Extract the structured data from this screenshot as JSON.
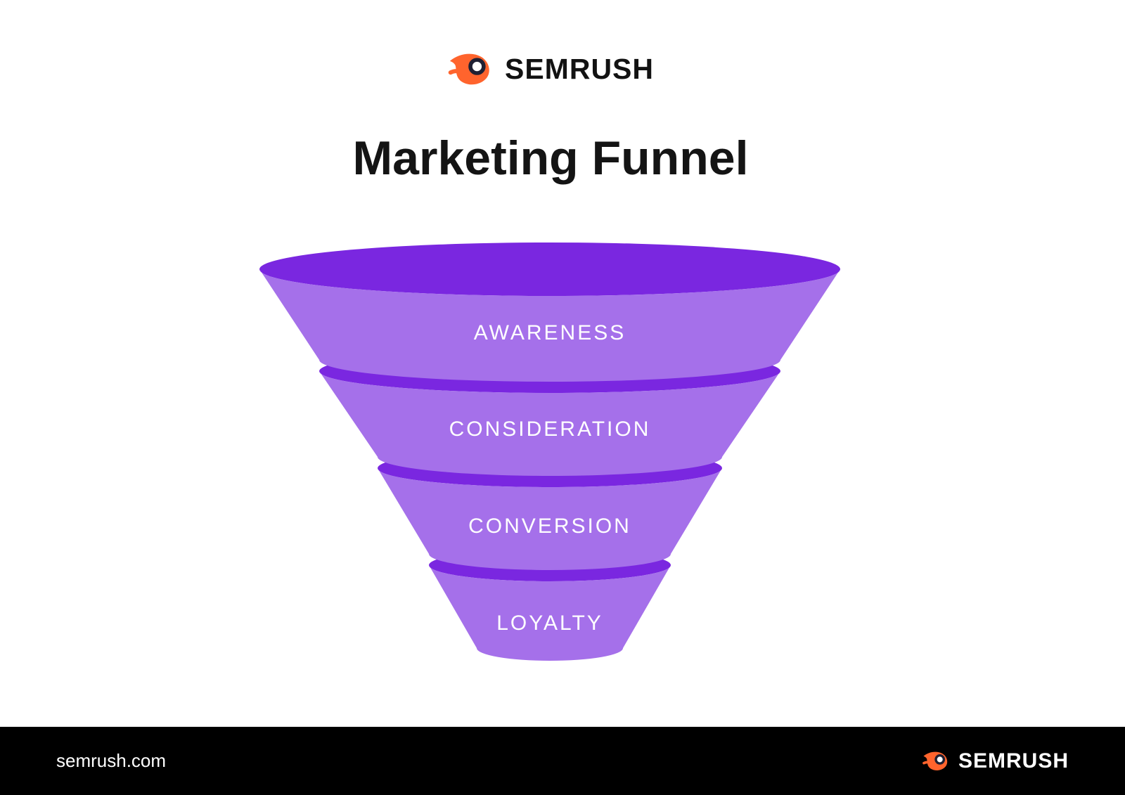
{
  "brand": {
    "name": "SEMRUSH"
  },
  "page": {
    "title": "Marketing Funnel"
  },
  "funnel": {
    "stages": [
      {
        "label": "AWARENESS"
      },
      {
        "label": "CONSIDERATION"
      },
      {
        "label": "CONVERSION"
      },
      {
        "label": "LOYALTY"
      }
    ]
  },
  "footer": {
    "website": "semrush.com",
    "brand": "SEMRUSH"
  },
  "colors": {
    "funnel_top": "#7a27e0",
    "funnel_body": "#a570ea",
    "brand_orange": "#ff642d",
    "logo_ring": "#1f2033",
    "footer_bg": "#000000",
    "label_text": "#ffffff",
    "title_text": "#141414"
  },
  "chart_data": {
    "type": "funnel",
    "title": "Marketing Funnel",
    "stages": [
      "AWARENESS",
      "CONSIDERATION",
      "CONVERSION",
      "LOYALTY"
    ]
  }
}
